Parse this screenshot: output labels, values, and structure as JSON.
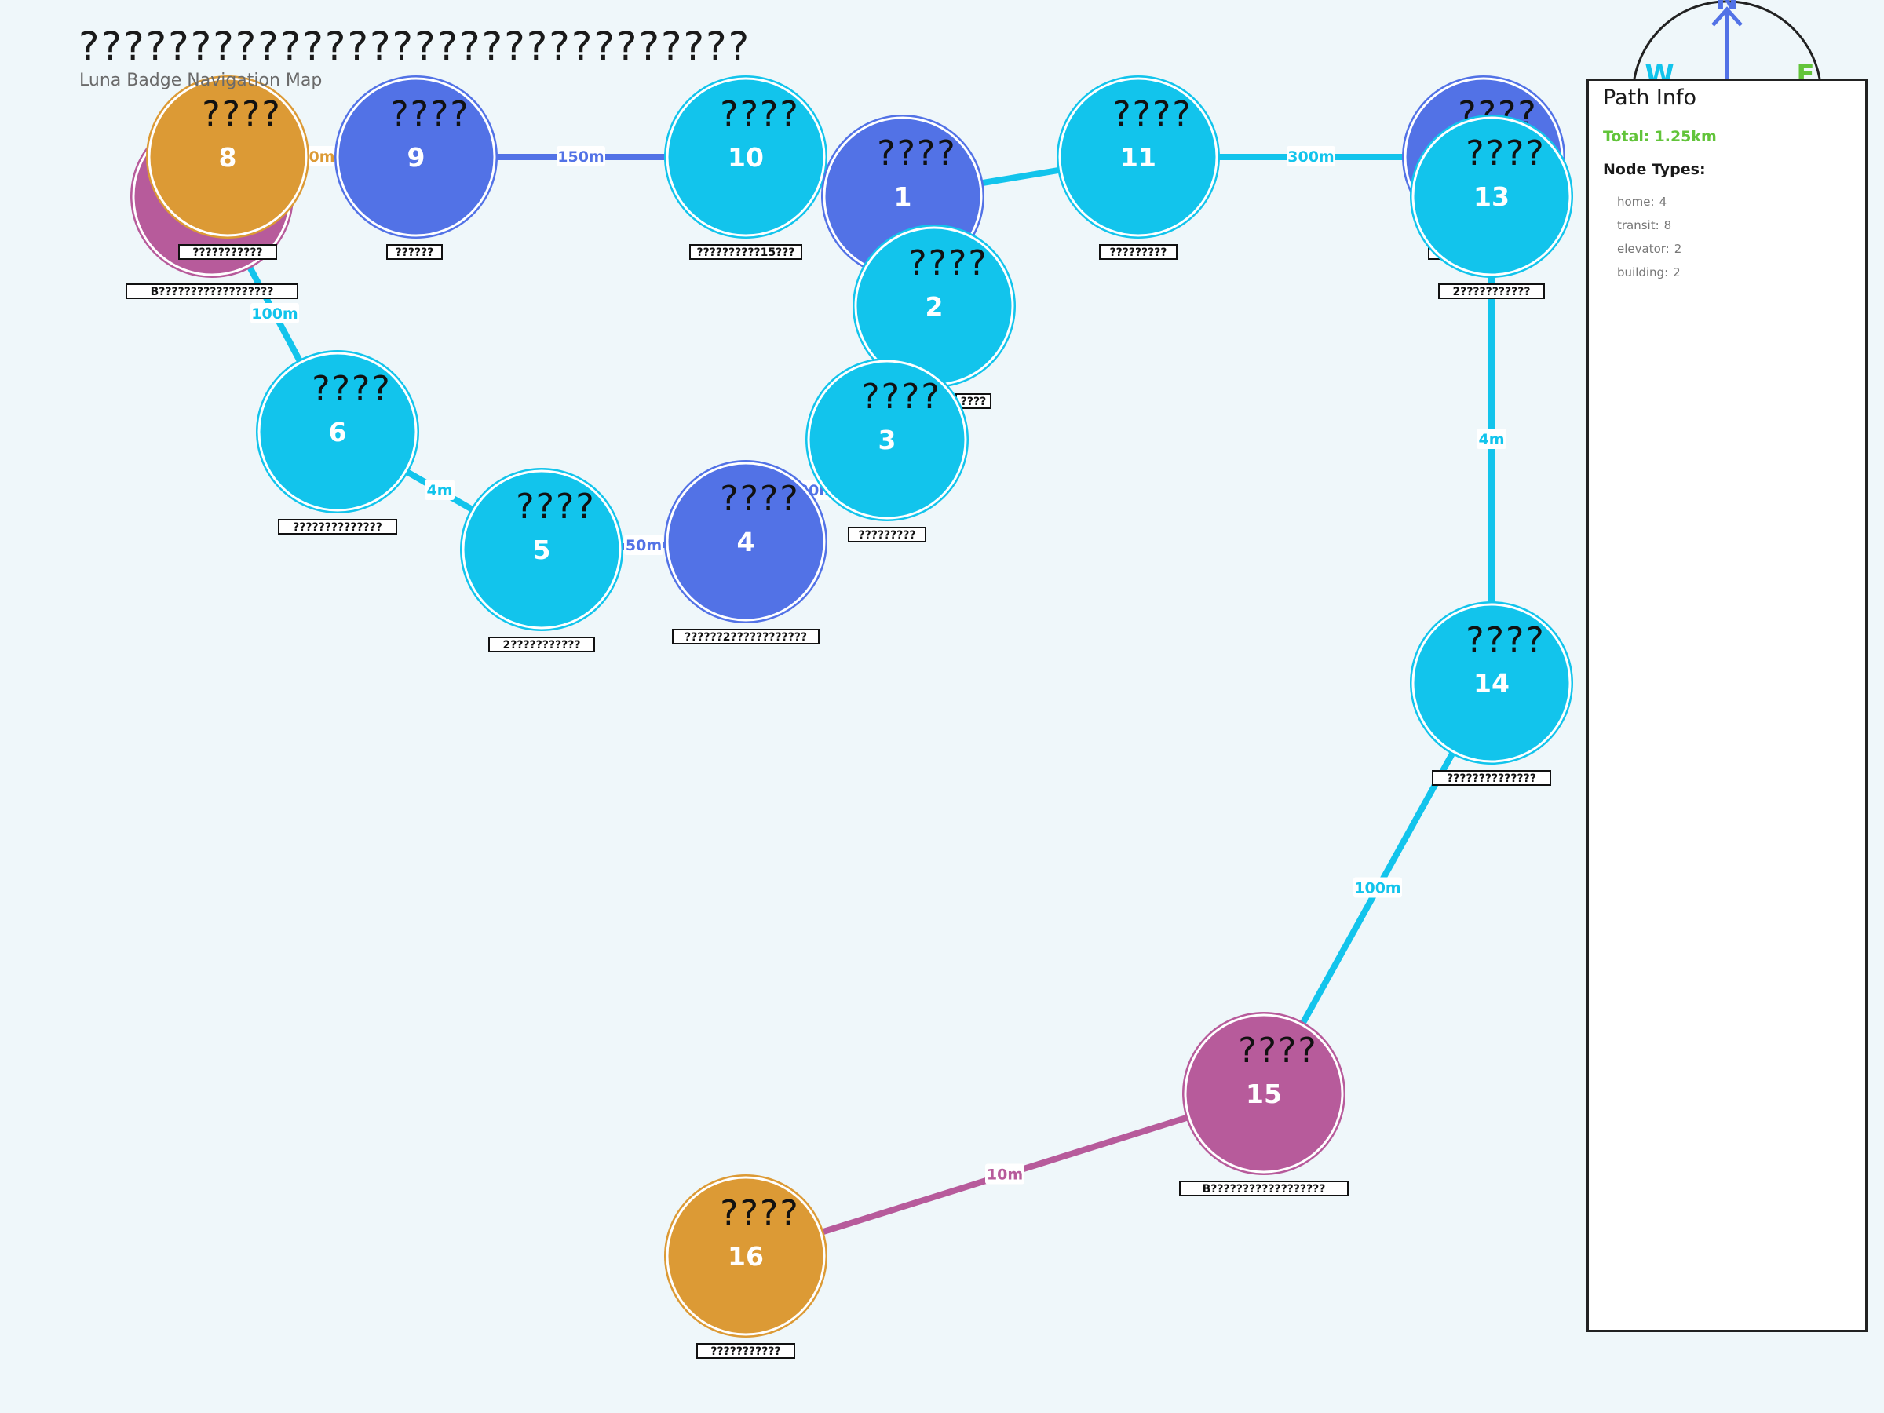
{
  "header": {
    "title": "??????????????????????????????",
    "subtitle": "Luna Badge Navigation Map"
  },
  "compass": {
    "north": "N",
    "west": "W",
    "east": "E"
  },
  "colors": {
    "home": "#b75b9b",
    "transit": "#12c4ec",
    "elevator": "#5272e6",
    "building": "#dc9a35",
    "total": "#62c43a"
  },
  "panel": {
    "title": "Path Info",
    "total_label": "Total:",
    "total_value": "1.25km",
    "node_types_label": "Node Types:",
    "types": [
      {
        "label": "home:",
        "count": "4"
      },
      {
        "label": "transit:",
        "count": "8"
      },
      {
        "label": "elevator:",
        "count": "2"
      },
      {
        "label": "building:",
        "count": "2"
      }
    ]
  },
  "nodes": [
    {
      "id": "7",
      "type": "home",
      "label": "",
      "caption": "B??????????????????"
    },
    {
      "id": "8",
      "type": "building",
      "label": "????",
      "caption": "???????????"
    },
    {
      "id": "9",
      "type": "elevator",
      "label": "????",
      "caption": "??????"
    },
    {
      "id": "10",
      "type": "transit",
      "label": "????",
      "caption": "??????????15???"
    },
    {
      "id": "1",
      "type": "elevator",
      "label": "????",
      "caption": ""
    },
    {
      "id": "11",
      "type": "transit",
      "label": "????",
      "caption": "?????????"
    },
    {
      "id": "12",
      "type": "elevator",
      "label": "????",
      "caption": "??"
    },
    {
      "id": "13",
      "type": "transit",
      "label": "????",
      "caption": "2???????????"
    },
    {
      "id": "2",
      "type": "transit",
      "label": "????",
      "caption": "????"
    },
    {
      "id": "6",
      "type": "transit",
      "label": "????",
      "caption": "??????????????"
    },
    {
      "id": "5",
      "type": "transit",
      "label": "????",
      "caption": "2???????????"
    },
    {
      "id": "4",
      "type": "elevator",
      "label": "????",
      "caption": "??????2????????????"
    },
    {
      "id": "3",
      "type": "transit",
      "label": "????",
      "caption": "?????????"
    },
    {
      "id": "14",
      "type": "transit",
      "label": "????",
      "caption": "??????????????"
    },
    {
      "id": "15",
      "type": "home",
      "label": "????",
      "caption": "B??????????????????"
    },
    {
      "id": "16",
      "type": "building",
      "label": "????",
      "caption": "???????????"
    }
  ],
  "edges": [
    {
      "from": "8",
      "to": "9",
      "type": "building",
      "distance": "0m"
    },
    {
      "from": "9",
      "to": "10",
      "type": "elevator",
      "distance": "150m"
    },
    {
      "from": "10",
      "to": "1",
      "type": "transit",
      "distance": ""
    },
    {
      "from": "1",
      "to": "11",
      "type": "transit",
      "distance": ""
    },
    {
      "from": "11",
      "to": "12",
      "type": "transit",
      "distance": "300m"
    },
    {
      "from": "7",
      "to": "6",
      "type": "transit",
      "distance": "100m"
    },
    {
      "from": "6",
      "to": "5",
      "type": "transit",
      "distance": "4m"
    },
    {
      "from": "5",
      "to": "4",
      "type": "elevator",
      "distance": "50m"
    },
    {
      "from": "4",
      "to": "3",
      "type": "elevator",
      "distance": "30m"
    },
    {
      "from": "13",
      "to": "14",
      "type": "transit",
      "distance": "4m"
    },
    {
      "from": "14",
      "to": "15",
      "type": "transit",
      "distance": "100m"
    },
    {
      "from": "15",
      "to": "16",
      "type": "home",
      "distance": "10m"
    }
  ]
}
